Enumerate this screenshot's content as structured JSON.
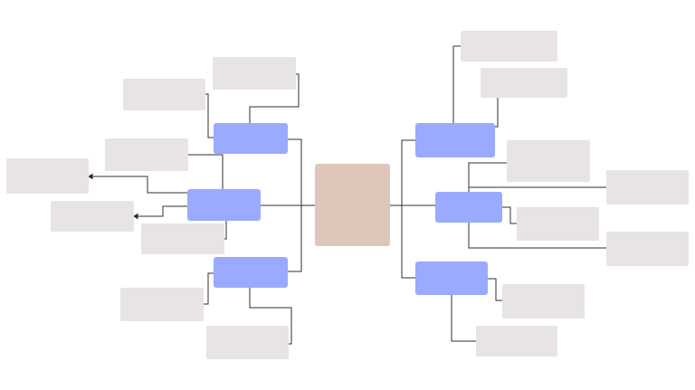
{
  "colors": {
    "central": "#dfc6bb",
    "topic": "#99aaff",
    "leaf": "#e7e4e3",
    "connector": "#2f2f2f"
  },
  "mindmap": {
    "central": {
      "label": ""
    },
    "topics": [
      {
        "id": "topic-left-top",
        "label": ""
      },
      {
        "id": "topic-left-middle",
        "label": ""
      },
      {
        "id": "topic-left-bottom",
        "label": ""
      },
      {
        "id": "topic-right-top",
        "label": ""
      },
      {
        "id": "topic-right-middle",
        "label": ""
      },
      {
        "id": "topic-right-bottom",
        "label": ""
      }
    ],
    "leaves": [
      {
        "id": "leaf-1",
        "label": ""
      },
      {
        "id": "leaf-2",
        "label": ""
      },
      {
        "id": "leaf-3",
        "label": ""
      },
      {
        "id": "leaf-4",
        "label": ""
      },
      {
        "id": "leaf-5",
        "label": ""
      },
      {
        "id": "leaf-6",
        "label": ""
      },
      {
        "id": "leaf-7",
        "label": ""
      },
      {
        "id": "leaf-8",
        "label": ""
      },
      {
        "id": "leaf-9",
        "label": ""
      },
      {
        "id": "leaf-10",
        "label": ""
      },
      {
        "id": "leaf-11",
        "label": ""
      },
      {
        "id": "leaf-12",
        "label": ""
      },
      {
        "id": "leaf-13",
        "label": ""
      },
      {
        "id": "leaf-14",
        "label": ""
      },
      {
        "id": "leaf-15",
        "label": ""
      },
      {
        "id": "leaf-16",
        "label": ""
      }
    ]
  }
}
